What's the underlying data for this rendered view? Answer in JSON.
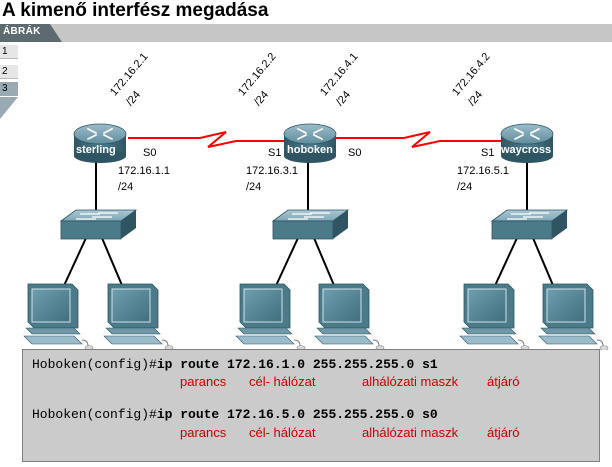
{
  "page_title": "A kimenő interfész megadása",
  "tab_label": "ÁBRÁK",
  "side_tabs": [
    "1",
    "2",
    "3"
  ],
  "active_tab": "3",
  "routers": [
    {
      "name": "sterling"
    },
    {
      "name": "hoboken"
    },
    {
      "name": "waycross"
    }
  ],
  "network_labels": {
    "sterling_serial_ip": "172.16.2.1",
    "sterling_serial_mask": "/24",
    "hoboken_s1_ip": "172.16.2.2",
    "hoboken_s1_mask": "/24",
    "hoboken_s0_ip": "172.16.4.1",
    "hoboken_s0_mask": "/24",
    "waycross_serial_ip": "172.16.4.2",
    "waycross_serial_mask": "/24",
    "sterling_lan_ip": "172.16.1.1",
    "sterling_lan_mask": "/24",
    "hoboken_lan_ip": "172.16.3.1",
    "hoboken_lan_mask": "/24",
    "waycross_lan_ip": "172.16.5.1",
    "waycross_lan_mask": "/24"
  },
  "interfaces": {
    "sterling_s0": "S0",
    "hoboken_s1": "S1",
    "hoboken_s0": "S0",
    "waycross_s1": "S1"
  },
  "commands": [
    {
      "prompt": "Hoboken(config)#",
      "command": "ip route 172.16.1.0 255.255.255.0 s1",
      "notes": {
        "parancs": "parancs",
        "cel": "cél- hálózat",
        "maszk": "alhálózati maszk",
        "atjaro": "átjáró"
      }
    },
    {
      "prompt": "Hoboken(config)#",
      "command": "ip route 172.16.5.0 255.255.255.0 s0",
      "notes": {
        "parancs": "parancs",
        "cel": "cél- hálózat",
        "maszk": "alhálózati maszk",
        "atjaro": "átjáró"
      }
    }
  ],
  "colors": {
    "serial_link": "#ff0000",
    "router_body": "#3f6d7c",
    "switch_body": "#4b7a88",
    "note_text": "#cc0000",
    "command_box": "#cbcbcb"
  }
}
